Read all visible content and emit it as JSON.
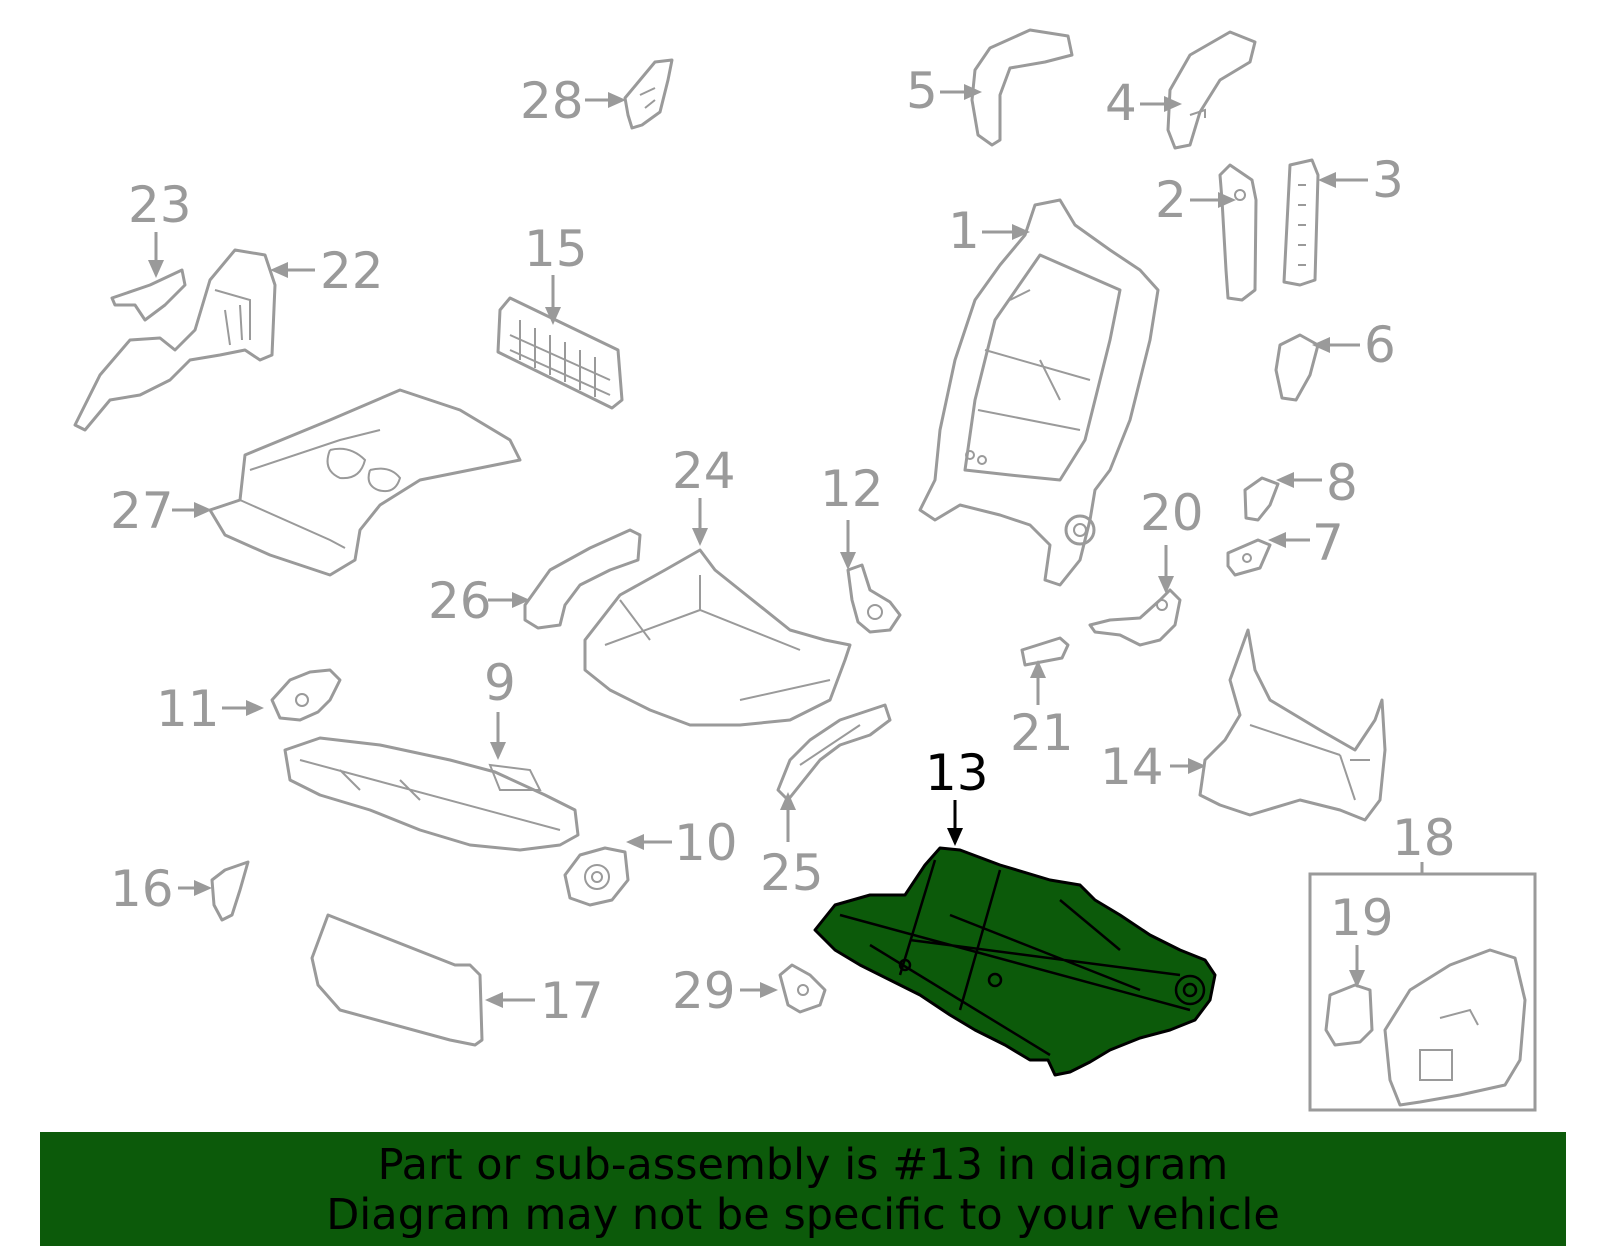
{
  "diagram": {
    "highlighted_part": "13",
    "callouts": [
      "1",
      "2",
      "3",
      "4",
      "5",
      "6",
      "7",
      "8",
      "9",
      "10",
      "11",
      "12",
      "13",
      "14",
      "15",
      "16",
      "17",
      "18",
      "19",
      "20",
      "21",
      "22",
      "23",
      "24",
      "25",
      "26",
      "27",
      "28",
      "29"
    ]
  },
  "banner": {
    "line1": "Part or sub-assembly is #13 in diagram",
    "line2": "Diagram may not be specific to your vehicle"
  },
  "colors": {
    "highlight": "#0c5a0a",
    "parts": "#9a9a9a"
  }
}
